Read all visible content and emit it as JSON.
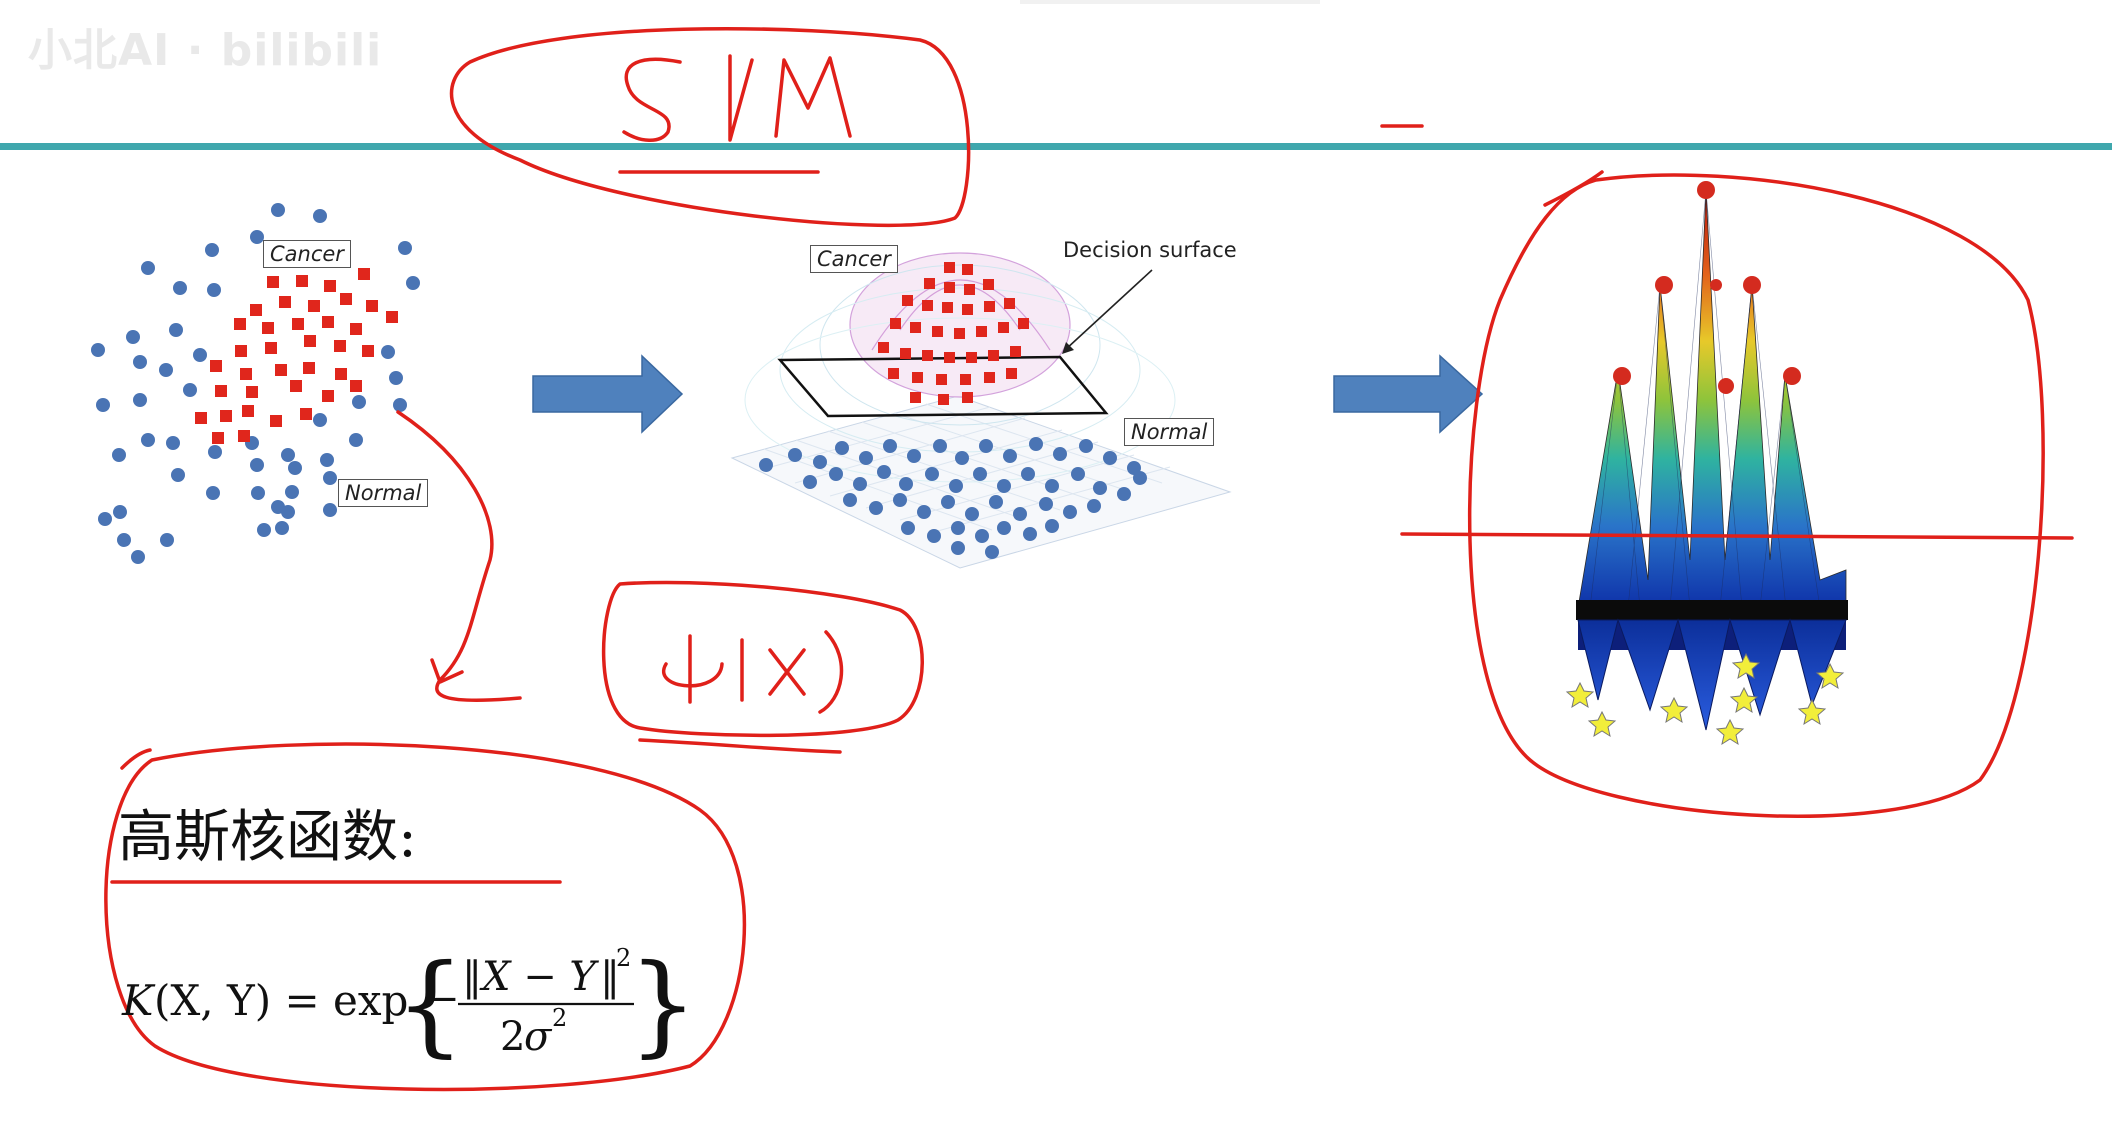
{
  "watermark": "小北AI · bilibili",
  "handwriting": {
    "title": "SVM",
    "phi": "φ(x)"
  },
  "left_plot": {
    "cancer_label": "Cancer",
    "normal_label": "Normal"
  },
  "middle_plot": {
    "cancer_label": "Cancer",
    "normal_label": "Normal",
    "decision_label": "Decision surface"
  },
  "gaussian": {
    "title": "高斯核函数:",
    "formula": "K(X, Y) = exp{ -‖X − Y‖² / 2σ² }"
  },
  "colors": {
    "rule": "#3fa7ad",
    "arrow": "#4f81bd",
    "annotation": "#e0201a",
    "cancer": "#e0261c",
    "normal": "#4a74b4"
  }
}
